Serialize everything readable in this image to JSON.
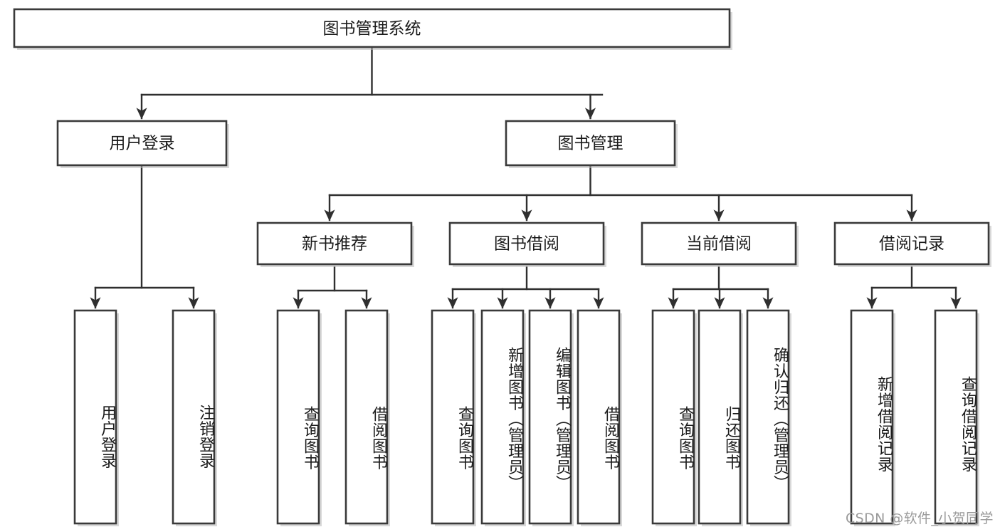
{
  "diagram": {
    "type": "tree",
    "title": "图书管理系统",
    "orientation": "top-down",
    "watermark": "CSDN @软件_小贺同学",
    "colors": {
      "box_stroke": "#3a3a3a",
      "box_fill": "#ffffff",
      "connector": "#2f2f2f",
      "text": "#1b1b1b",
      "watermark": "#9a9a9a",
      "background": "#ffffff"
    },
    "nodes": {
      "root": {
        "label": "图书管理系统",
        "level": 1,
        "orientation": "horizontal"
      },
      "user_login": {
        "label": "用户登录",
        "level": 2,
        "orientation": "horizontal"
      },
      "book_manage": {
        "label": "图书管理",
        "level": 2,
        "orientation": "horizontal"
      },
      "new_book_rec": {
        "label": "新书推荐",
        "level": 3,
        "orientation": "horizontal"
      },
      "book_borrow": {
        "label": "图书借阅",
        "level": 3,
        "orientation": "horizontal"
      },
      "current_borrow": {
        "label": "当前借阅",
        "level": 3,
        "orientation": "horizontal"
      },
      "borrow_record": {
        "label": "借阅记录",
        "level": 3,
        "orientation": "horizontal"
      },
      "leaf_user_login": {
        "label": "用户登录",
        "level": 3,
        "orientation": "vertical"
      },
      "leaf_logout": {
        "label": "注销登录",
        "level": 3,
        "orientation": "vertical"
      },
      "leaf_query_book_1": {
        "label": "查询图书",
        "level": 4,
        "orientation": "vertical"
      },
      "leaf_borrow_book_1": {
        "label": "借阅图书",
        "level": 4,
        "orientation": "vertical"
      },
      "leaf_query_book_2": {
        "label": "查询图书",
        "level": 4,
        "orientation": "vertical"
      },
      "leaf_add_book": {
        "label": "新增图书（管理员）",
        "level": 4,
        "orientation": "vertical"
      },
      "leaf_edit_book": {
        "label": "编辑图书（管理员）",
        "level": 4,
        "orientation": "vertical"
      },
      "leaf_borrow_book_2": {
        "label": "借阅图书",
        "level": 4,
        "orientation": "vertical"
      },
      "leaf_query_book_3": {
        "label": "查询图书",
        "level": 4,
        "orientation": "vertical"
      },
      "leaf_return_book": {
        "label": "归还图书",
        "level": 4,
        "orientation": "vertical"
      },
      "leaf_confirm_return": {
        "label": "确认归还（管理员）",
        "level": 4,
        "orientation": "vertical"
      },
      "leaf_add_record": {
        "label": "新增借阅记录",
        "level": 4,
        "orientation": "vertical"
      },
      "leaf_query_record": {
        "label": "查询借阅记录",
        "level": 4,
        "orientation": "vertical"
      }
    },
    "edges": [
      {
        "from": "root",
        "to": "user_login"
      },
      {
        "from": "root",
        "to": "book_manage"
      },
      {
        "from": "user_login",
        "to": "leaf_user_login"
      },
      {
        "from": "user_login",
        "to": "leaf_logout"
      },
      {
        "from": "book_manage",
        "to": "new_book_rec"
      },
      {
        "from": "book_manage",
        "to": "book_borrow"
      },
      {
        "from": "book_manage",
        "to": "current_borrow"
      },
      {
        "from": "book_manage",
        "to": "borrow_record"
      },
      {
        "from": "new_book_rec",
        "to": "leaf_query_book_1"
      },
      {
        "from": "new_book_rec",
        "to": "leaf_borrow_book_1"
      },
      {
        "from": "book_borrow",
        "to": "leaf_query_book_2"
      },
      {
        "from": "book_borrow",
        "to": "leaf_add_book"
      },
      {
        "from": "book_borrow",
        "to": "leaf_edit_book"
      },
      {
        "from": "book_borrow",
        "to": "leaf_borrow_book_2"
      },
      {
        "from": "current_borrow",
        "to": "leaf_query_book_3"
      },
      {
        "from": "current_borrow",
        "to": "leaf_return_book"
      },
      {
        "from": "current_borrow",
        "to": "leaf_confirm_return"
      },
      {
        "from": "borrow_record",
        "to": "leaf_add_record"
      },
      {
        "from": "borrow_record",
        "to": "leaf_query_record"
      }
    ]
  }
}
